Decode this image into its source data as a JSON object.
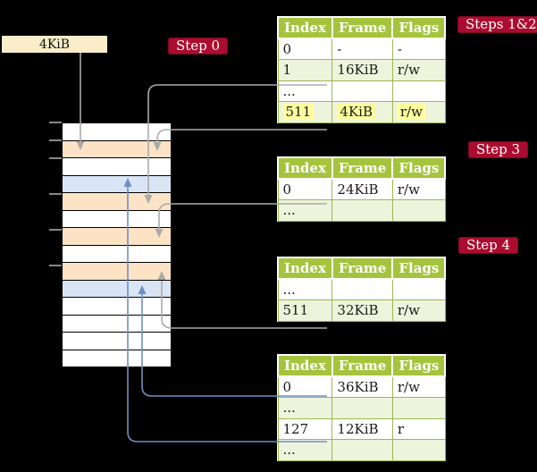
{
  "diagram": {
    "legend": {
      "label": "4KiB"
    },
    "badges": {
      "step0": "Step 0",
      "steps12": "Steps 1&2",
      "step3": "Step 3",
      "step4": "Step 4"
    },
    "memory": {
      "rows": [
        "white",
        "peach",
        "white",
        "blue",
        "peach",
        "white",
        "peach",
        "white",
        "peach",
        "blue",
        "white",
        "white",
        "white",
        "white"
      ]
    },
    "tables": [
      {
        "name": "page-table-step0",
        "headers": [
          "Index",
          "Frame",
          "Flags"
        ],
        "rows": [
          {
            "cells": [
              "0",
              "-",
              "-"
            ],
            "shaded": false,
            "highlight": false
          },
          {
            "cells": [
              "1",
              "16KiB",
              "r/w"
            ],
            "shaded": true,
            "highlight": false
          },
          {
            "cells": [
              "...",
              "",
              ""
            ],
            "shaded": false,
            "highlight": false
          },
          {
            "cells": [
              "511",
              "4KiB",
              "r/w"
            ],
            "shaded": true,
            "highlight": true
          }
        ]
      },
      {
        "name": "page-table-step3",
        "headers": [
          "Index",
          "Frame",
          "Flags"
        ],
        "rows": [
          {
            "cells": [
              "0",
              "24KiB",
              "r/w"
            ],
            "shaded": false,
            "highlight": false
          },
          {
            "cells": [
              "...",
              "",
              ""
            ],
            "shaded": true,
            "highlight": false
          }
        ]
      },
      {
        "name": "page-table-step4",
        "headers": [
          "Index",
          "Frame",
          "Flags"
        ],
        "rows": [
          {
            "cells": [
              "...",
              "",
              ""
            ],
            "shaded": false,
            "highlight": false
          },
          {
            "cells": [
              "511",
              "32KiB",
              "r/w"
            ],
            "shaded": true,
            "highlight": false
          }
        ]
      },
      {
        "name": "page-table-final",
        "headers": [
          "Index",
          "Frame",
          "Flags"
        ],
        "rows": [
          {
            "cells": [
              "0",
              "36KiB",
              "r/w"
            ],
            "shaded": false,
            "highlight": false
          },
          {
            "cells": [
              "...",
              "",
              ""
            ],
            "shaded": true,
            "highlight": false
          },
          {
            "cells": [
              "127",
              "12KiB",
              "r"
            ],
            "shaded": false,
            "highlight": false
          },
          {
            "cells": [
              "...",
              "",
              ""
            ],
            "shaded": true,
            "highlight": false
          }
        ]
      }
    ],
    "colors": {
      "badge": "#ab0c2f",
      "table_header": "#a5c43d",
      "row_shaded": "#eef3dc",
      "highlight": "#ffff9e",
      "page_peach": "#fce3c5",
      "page_blue": "#d9e5f4",
      "legend_bg": "#faeeca",
      "arrow_gray": "#ababab",
      "arrow_blue": "#6d90c1"
    }
  }
}
